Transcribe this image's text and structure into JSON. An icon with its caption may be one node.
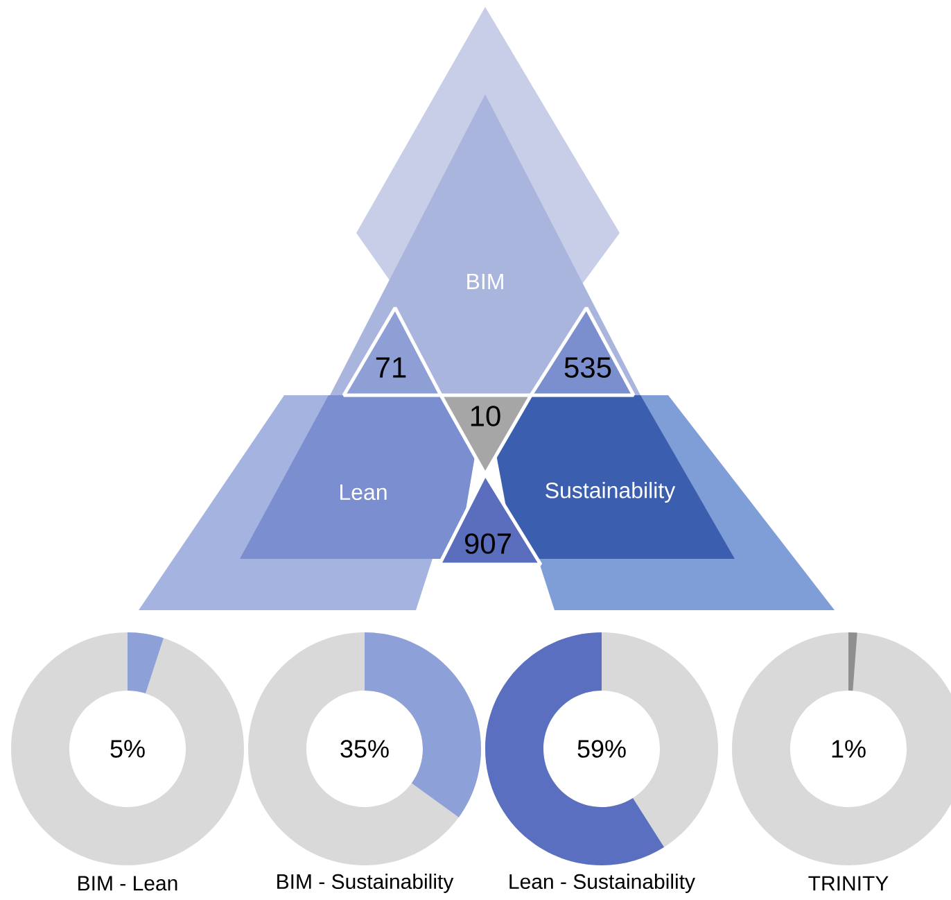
{
  "diagram": {
    "nodes": [
      {
        "text": [
          "BIM"
        ]
      },
      {
        "text": [
          "Lean"
        ]
      },
      {
        "text": [
          "Sustainability"
        ]
      },
      {
        "text": [
          "71"
        ]
      },
      {
        "text": [
          "535"
        ]
      },
      {
        "text": [
          "10"
        ]
      },
      {
        "text": [
          "907"
        ]
      },
      {
        "text": [
          "5%"
        ],
        "beside": [
          "BIM - Lean"
        ]
      },
      {
        "text": [
          "35%"
        ],
        "beside": [
          "BIM - Sustainability"
        ]
      },
      {
        "text": [
          "59%"
        ],
        "beside": [
          "Lean - Sustainability"
        ]
      },
      {
        "text": [
          "1%"
        ],
        "beside": [
          "TRINITY"
        ]
      }
    ]
  }
}
